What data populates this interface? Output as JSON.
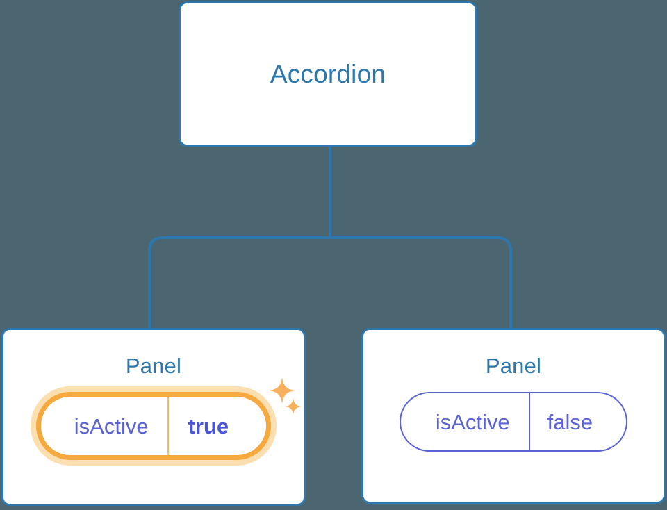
{
  "diagram": {
    "type": "component-tree",
    "background_color": "#4b6670",
    "node_border_color": "#2e77ac",
    "node_text_color": "#2e77ac",
    "connector_color": "#2e77ac",
    "prop_color": "#5b63d3",
    "highlight_color": "#f5a93f",
    "highlight_glow_color": "#fbdfb1"
  },
  "root": {
    "label": "Accordion"
  },
  "children": [
    {
      "label": "Panel",
      "highlighted": true,
      "prop": {
        "key": "isActive",
        "value": "true"
      },
      "sparkles": [
        {
          "name": "sparkle-large"
        },
        {
          "name": "sparkle-small"
        }
      ]
    },
    {
      "label": "Panel",
      "highlighted": false,
      "prop": {
        "key": "isActive",
        "value": "false"
      }
    }
  ]
}
